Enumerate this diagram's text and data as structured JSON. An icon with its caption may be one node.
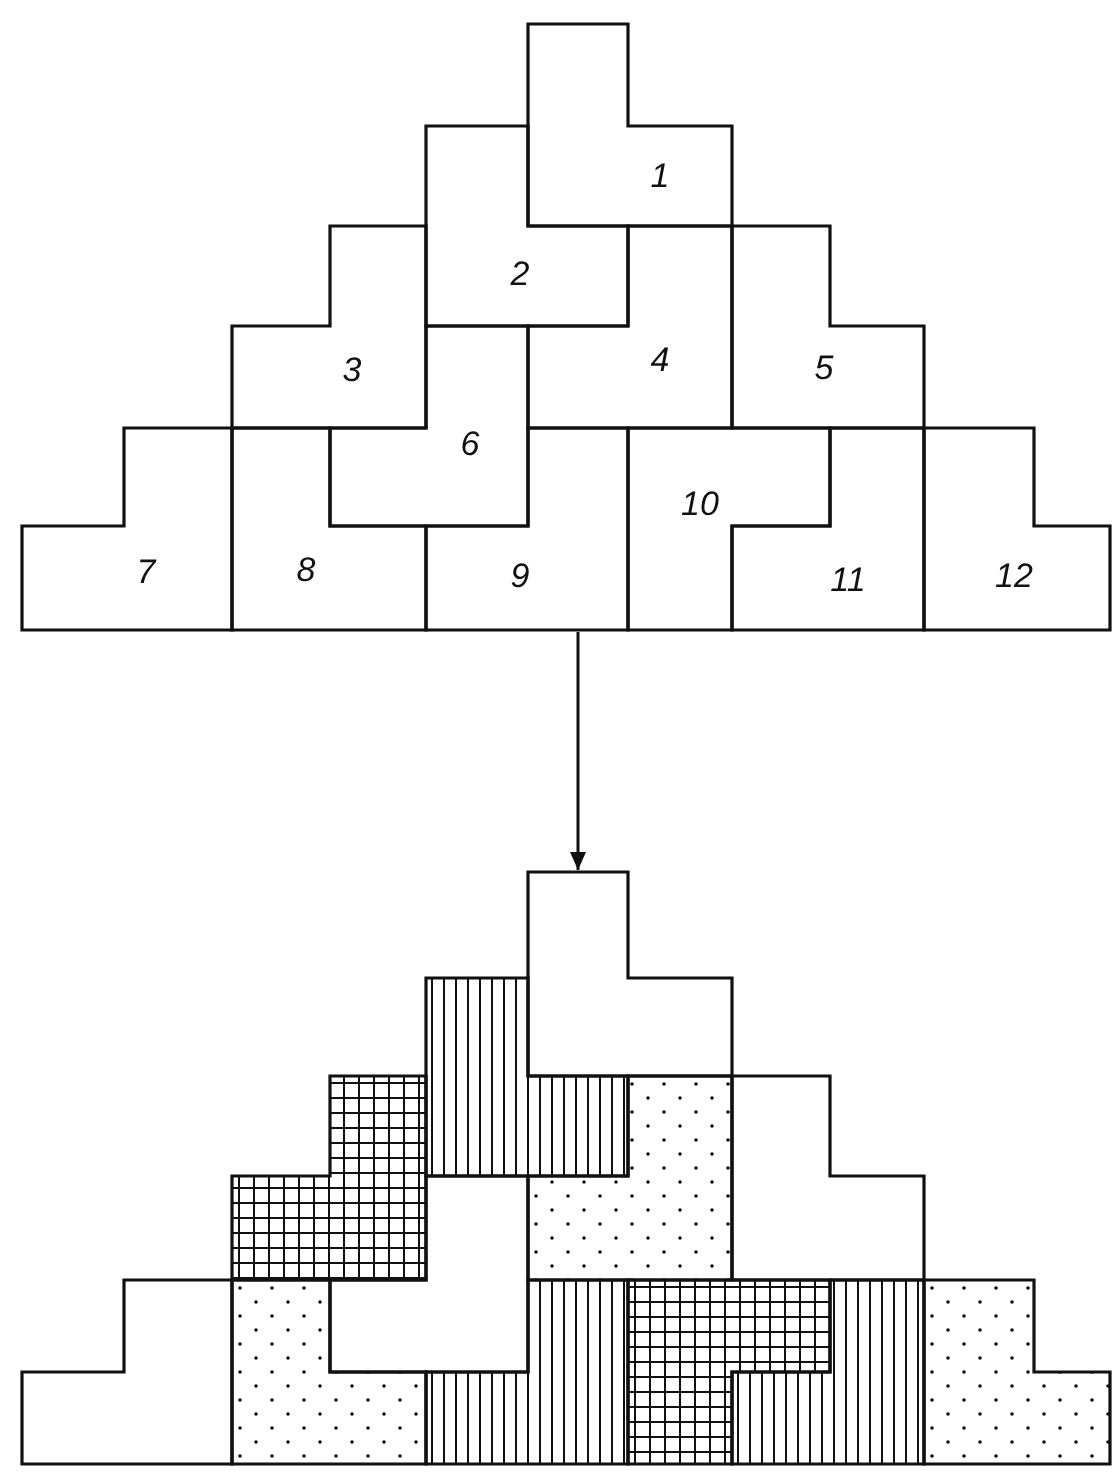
{
  "diagram": {
    "nodes": [
      {
        "text": [
          "1"
        ]
      },
      {
        "text": [
          "2"
        ]
      },
      {
        "text": [
          "3"
        ]
      },
      {
        "text": [
          "4"
        ]
      },
      {
        "text": [
          "5"
        ]
      },
      {
        "text": [
          "6"
        ]
      },
      {
        "text": [
          "7"
        ]
      },
      {
        "text": [
          "8"
        ]
      },
      {
        "text": [
          "9"
        ]
      },
      {
        "text": [
          "10"
        ]
      },
      {
        "text": [
          "11"
        ]
      },
      {
        "text": [
          "12"
        ]
      },
      {
        "text": [],
        "shape": "box"
      },
      {
        "text": [],
        "shape": "box"
      },
      {
        "text": [],
        "shape": "box"
      },
      {
        "text": [],
        "shape": "box"
      },
      {
        "text": [],
        "shape": "box"
      },
      {
        "text": [],
        "shape": "box"
      },
      {
        "text": [],
        "shape": "box"
      },
      {
        "text": [],
        "shape": "box"
      },
      {
        "text": [],
        "shape": "box"
      },
      {
        "text": [],
        "shape": "box"
      },
      {
        "text": [],
        "shape": "box"
      },
      {
        "text": [],
        "shape": "box"
      }
    ],
    "edges": [
      {
        "from": 8,
        "to": 12,
        "arrow": "to"
      }
    ]
  }
}
